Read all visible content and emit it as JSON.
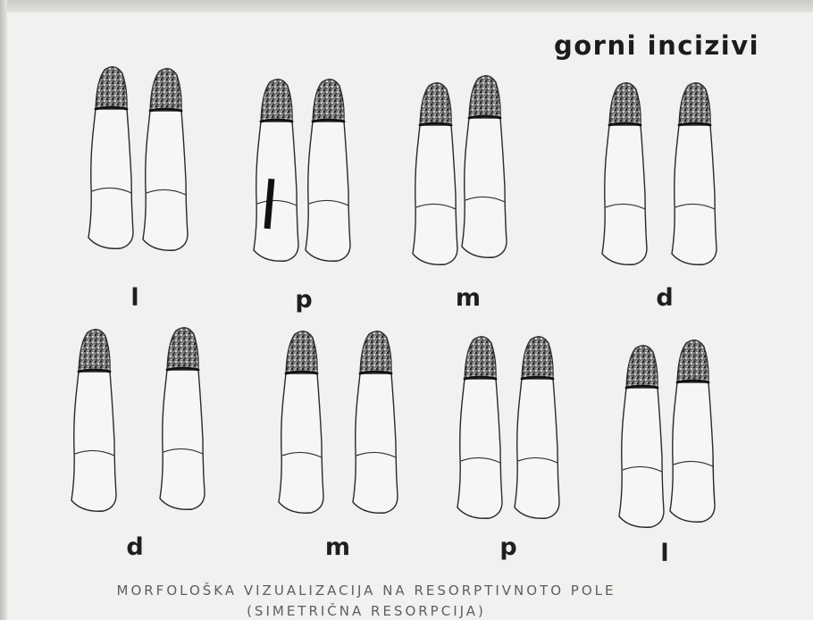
{
  "title": "gorni incizivi",
  "upper_labels": [
    "l",
    "p",
    "m",
    "d"
  ],
  "lower_labels": [
    "d",
    "m",
    "p",
    "l"
  ],
  "caption_line1": "MORFOLOŠKA VIZUALIZACIJA NA RESORPTIVNOTO POLE",
  "caption_line2": "(SIMETRIČNA RESORPCIJA)"
}
